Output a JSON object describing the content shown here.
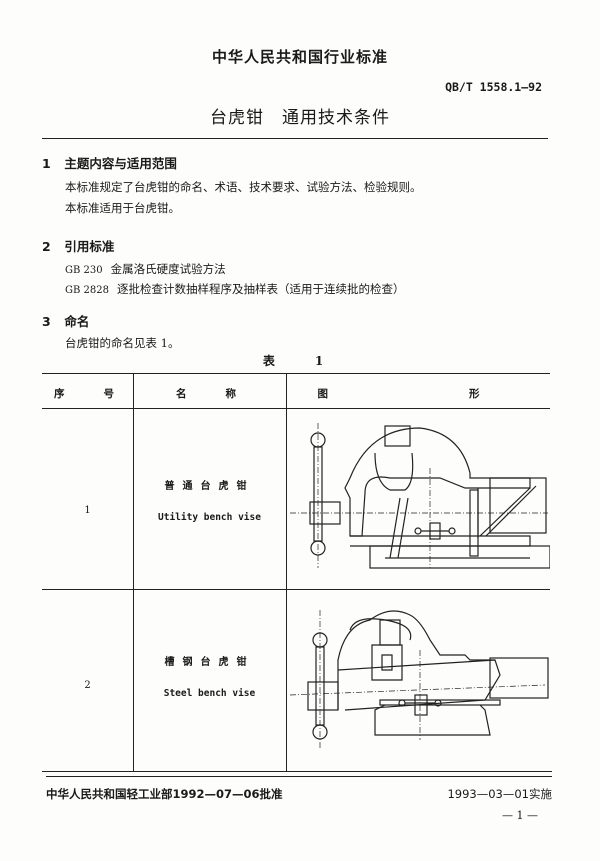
{
  "header": {
    "organization": "中华人民共和国行业标准",
    "standard_code": "QB/T 1558.1—92",
    "title": "台虎钳　通用技术条件"
  },
  "sections": [
    {
      "number": "1",
      "heading": "主题内容与适用范围",
      "paragraphs": [
        "本标准规定了台虎钳的命名、术语、技术要求、试验方法、检验规则。",
        "本标准适用于台虎钳。"
      ]
    },
    {
      "number": "2",
      "heading": "引用标准",
      "references": [
        {
          "code": "GB 230",
          "title": "金属洛氏硬度试验方法"
        },
        {
          "code": "GB 2828",
          "title": "逐批检查计数抽样程序及抽样表（适用于连续批的检查）"
        }
      ]
    },
    {
      "number": "3",
      "heading": "命名",
      "paragraphs": [
        "台虎钳的命名见表 1。"
      ]
    }
  ],
  "table": {
    "caption": "表　1",
    "columns": [
      "序　　号",
      "名　　称",
      "图　　形"
    ],
    "rows": [
      {
        "index": "1",
        "name_cn": "普通台虎钳",
        "name_en": "Utility bench vise",
        "figure": "utility-bench-vise-drawing"
      },
      {
        "index": "2",
        "name_cn": "槽钢台虎钳",
        "name_en": "Steel bench vise",
        "figure": "steel-bench-vise-drawing"
      }
    ]
  },
  "footer": {
    "approval": "中华人民共和国轻工业部1992—07—06批准",
    "implementation": "1993—03—01实施",
    "page_number": "— 1 —"
  }
}
